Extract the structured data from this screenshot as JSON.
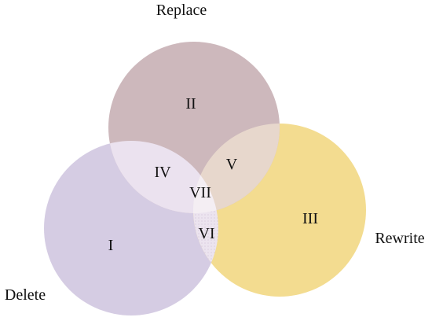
{
  "sets": {
    "replace": {
      "label": "Replace",
      "color": "#cdb8bc"
    },
    "rewrite": {
      "label": "Rewrite",
      "color": "#f3dc90"
    },
    "delete": {
      "label": "Delete",
      "color": "#d5cce3"
    }
  },
  "regions": {
    "replace_only": "II",
    "rewrite_only": "III",
    "delete_only": "I",
    "replace_delete": "IV",
    "replace_rewrite": "V",
    "delete_rewrite": "VI",
    "all_three": "VII"
  },
  "overlap_colors": {
    "replace_delete": "#ebe2ef",
    "replace_rewrite": "#e7d7cc",
    "delete_rewrite": "#ece4ef",
    "all_three": "#f4eef3"
  }
}
